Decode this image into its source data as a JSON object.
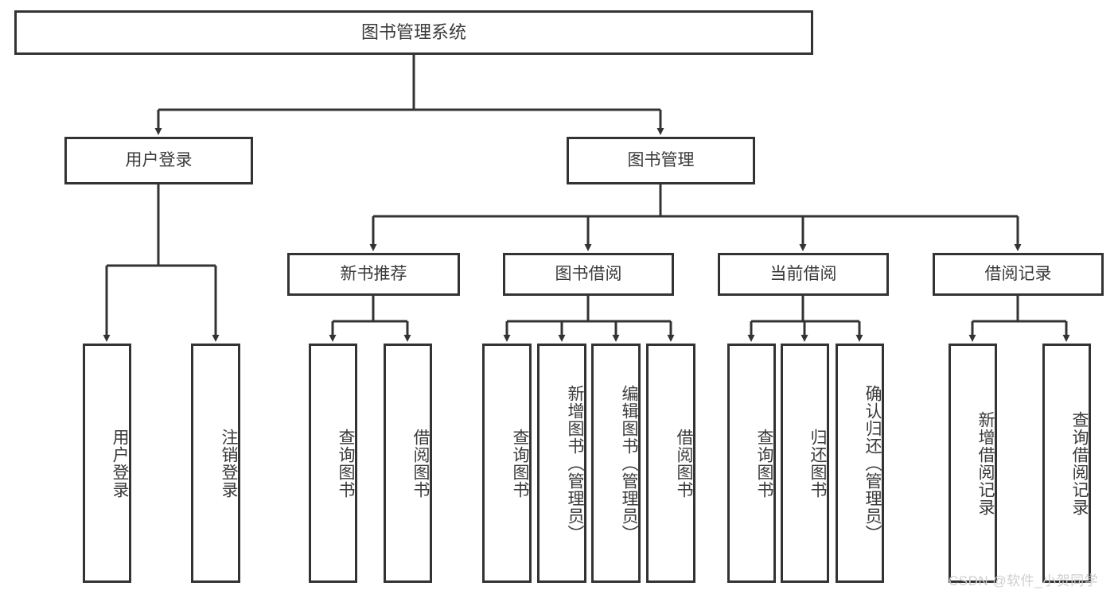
{
  "diagram": {
    "title": "图书管理系统",
    "stroke_color": "#333333",
    "text_color": "#3a3a3a",
    "background": "#ffffff",
    "root": {
      "label": "图书管理系统"
    },
    "level2": [
      {
        "label": "用户登录"
      },
      {
        "label": "图书管理"
      }
    ],
    "level3": [
      {
        "label": "新书推荐"
      },
      {
        "label": "图书借阅"
      },
      {
        "label": "当前借阅"
      },
      {
        "label": "借阅记录"
      }
    ],
    "leaves": {
      "user_login": [
        {
          "label": "用户登录"
        },
        {
          "label": "注销登录"
        }
      ],
      "new_book_recommend": [
        {
          "label": "查询图书"
        },
        {
          "label": "借阅图书"
        }
      ],
      "book_borrow": [
        {
          "label": "查询图书"
        },
        {
          "label": "新增图书（管理员）"
        },
        {
          "label": "编辑图书（管理员）"
        },
        {
          "label": "借阅图书"
        }
      ],
      "current_borrow": [
        {
          "label": "查询图书"
        },
        {
          "label": "归还图书"
        },
        {
          "label": "确认归还（管理员）"
        }
      ],
      "borrow_record": [
        {
          "label": "新增借阅记录"
        },
        {
          "label": "查询借阅记录"
        }
      ]
    }
  },
  "watermark": {
    "text": "CSDN @软件_小贺同学"
  }
}
